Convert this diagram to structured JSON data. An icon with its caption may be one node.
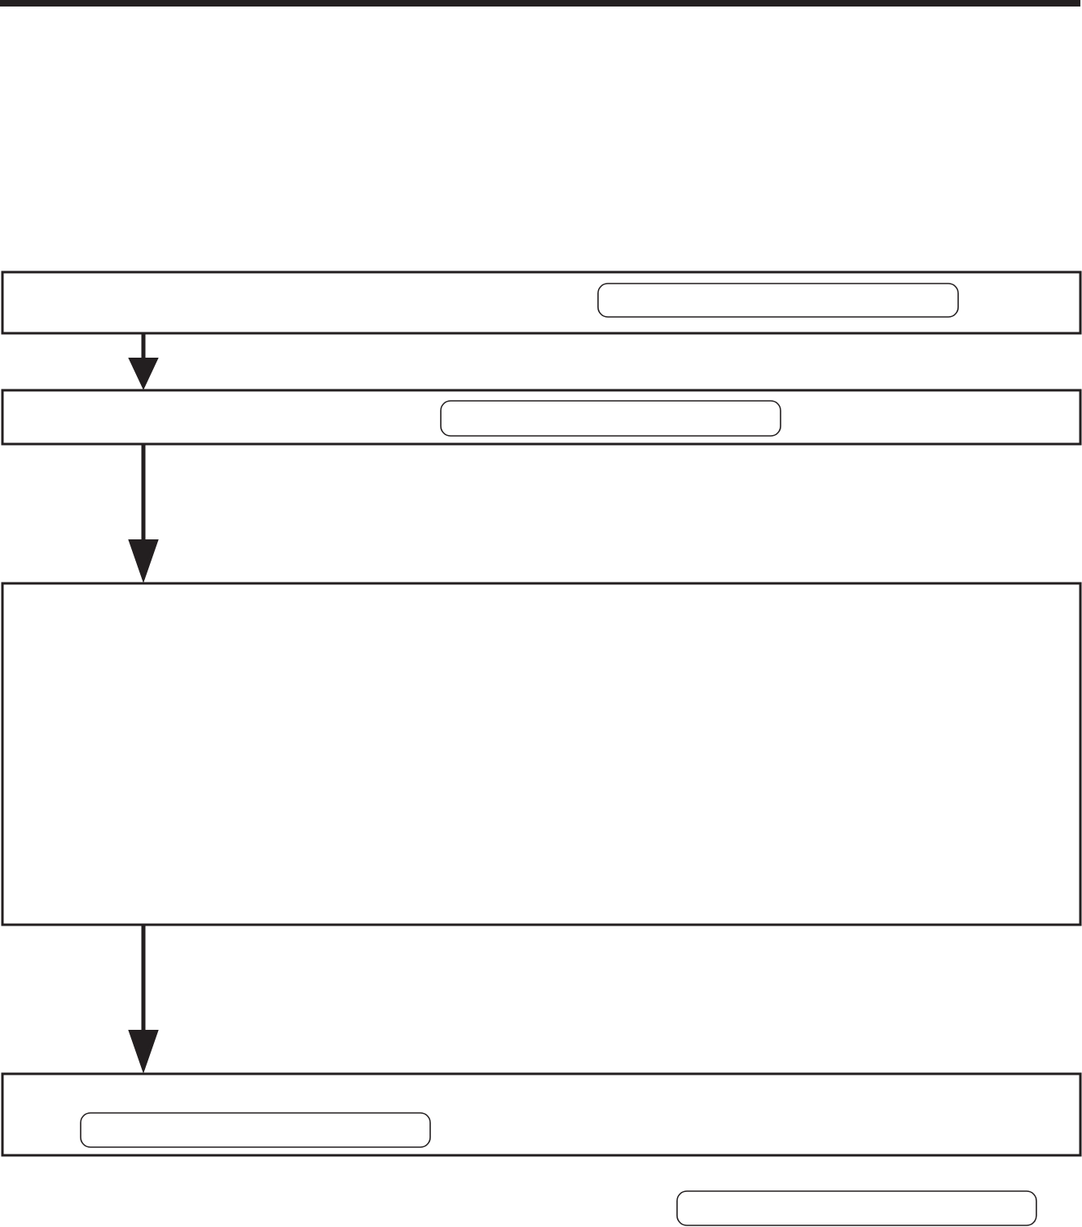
{
  "diagram": {
    "nodes": [
      {
        "text": [],
        "shape": "box"
      },
      {
        "text": [],
        "shape": "box",
        "in": 0
      },
      {
        "text": [],
        "shape": "box"
      },
      {
        "text": [],
        "shape": "box",
        "in": 2
      },
      {
        "text": [],
        "shape": "box"
      },
      {
        "text": [],
        "shape": "box"
      },
      {
        "text": [],
        "shape": "box",
        "in": 5
      },
      {
        "text": [],
        "shape": "box"
      }
    ],
    "edges": [
      {
        "from": 0,
        "to": 2,
        "arrow": "to"
      },
      {
        "from": 2,
        "to": 4,
        "arrow": "to"
      },
      {
        "from": 4,
        "to": 5,
        "arrow": "to"
      }
    ]
  }
}
